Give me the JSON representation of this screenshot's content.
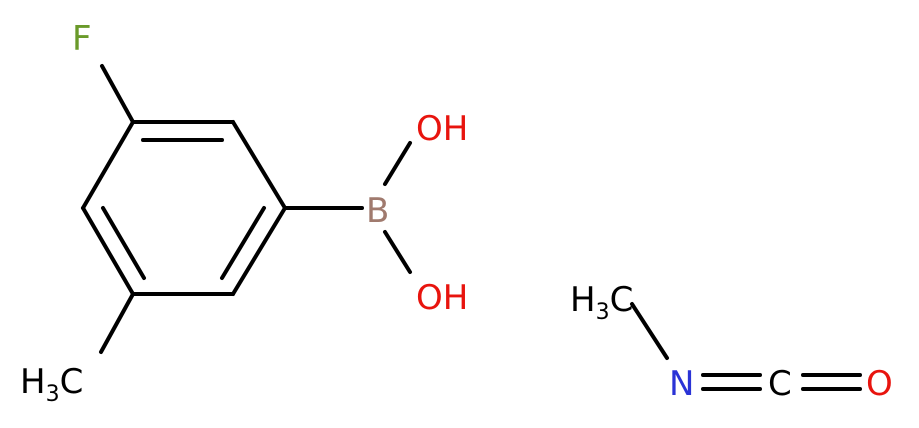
{
  "molecule_1": {
    "atoms": {
      "fluorine": "F",
      "boron": "B",
      "hydroxyl_top": "OH",
      "hydroxyl_bottom": "OH",
      "methyl_main": "H",
      "methyl_sub": "3",
      "methyl_c": "C"
    }
  },
  "molecule_2": {
    "atoms": {
      "methyl_main": "H",
      "methyl_sub": "3",
      "methyl_c": "C",
      "nitrogen": "N",
      "carbon": "C",
      "oxygen": "O"
    }
  },
  "colors": {
    "bond": "#000000",
    "fluorine": "#6a9a2a",
    "boron": "#a07a6e",
    "oxygen": "#e8140e",
    "nitrogen": "#2a33d6",
    "carbon": "#000000"
  }
}
